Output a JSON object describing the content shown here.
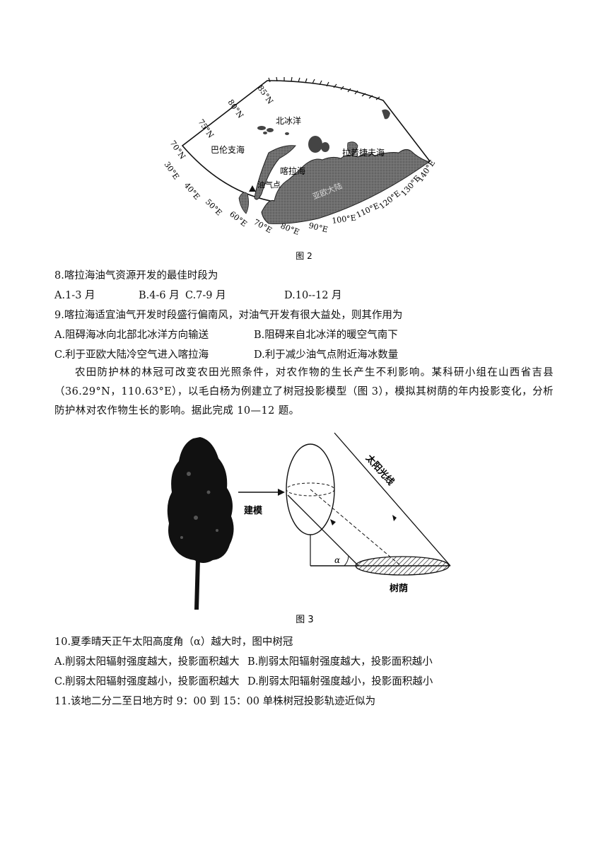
{
  "figure2": {
    "caption": "图 2",
    "lat_labels": [
      "85°N",
      "80°N",
      "75°N",
      "70°N"
    ],
    "lon_labels": [
      "30°E",
      "40°E",
      "50°E",
      "60°E",
      "70°E",
      "80°E",
      "90°E",
      "100°E",
      "110°E",
      "120°E",
      "130°E",
      "140°E"
    ],
    "place_labels": {
      "arctic_ocean": "北冰洋",
      "barents_sea": "巴伦支海",
      "kara_sea": "喀拉海",
      "laptev_sea": "拉普捷夫海",
      "oil_gas": "油气点",
      "land": "亚欧大陆"
    }
  },
  "q8": {
    "stem": "8.喀拉海油气资源开发的最佳时段为",
    "options": [
      "A.1-3 月",
      "B.4-6 月",
      "C.7-9 月",
      "D.10--12 月"
    ]
  },
  "q9": {
    "stem": "9.喀拉海适宜油气开发时段盛行偏南风，对油气开发有很大益处，则其作用为",
    "options": [
      "A.阻碍海冰向北部北冰洋方向输送",
      "B.阻碍来自北冰洋的暖空气南下",
      "C.利于亚欧大陆冷空气进入喀拉海",
      "D.利于减少油气点附近海冰数量"
    ]
  },
  "intro": "农田防护林的林冠可改变农田光照条件，对农作物的生长产生不利影响。某科研小组在山西省吉县（36.29°N，110.63°E），以毛白杨为例建立了树冠投影模型（图 3），模拟其树荫的年内投影变化，分析防护林对农作物生长的影响。据此完成 10—12 题。",
  "figure3": {
    "caption": "图 3",
    "model_label": "建模",
    "sunlight_label": "太阳光线",
    "shade_label": "树荫",
    "angle_label": "α"
  },
  "q10": {
    "stem": "10.夏季晴天正午太阳高度角（α）越大时，图中树冠",
    "options": [
      "A.削弱太阳辐射强度越大，投影面积越大",
      "B.削弱太阳辐射强度越大，投影面积越小",
      "C.削弱太阳辐射强度越小，投影面积越大",
      "D.削弱太阳辐射强度越小，投影面积越小"
    ]
  },
  "q11": {
    "stem": "11.该地二分二至日地方时 9：00  到  15：00 单株树冠投影轨迹近似为"
  }
}
